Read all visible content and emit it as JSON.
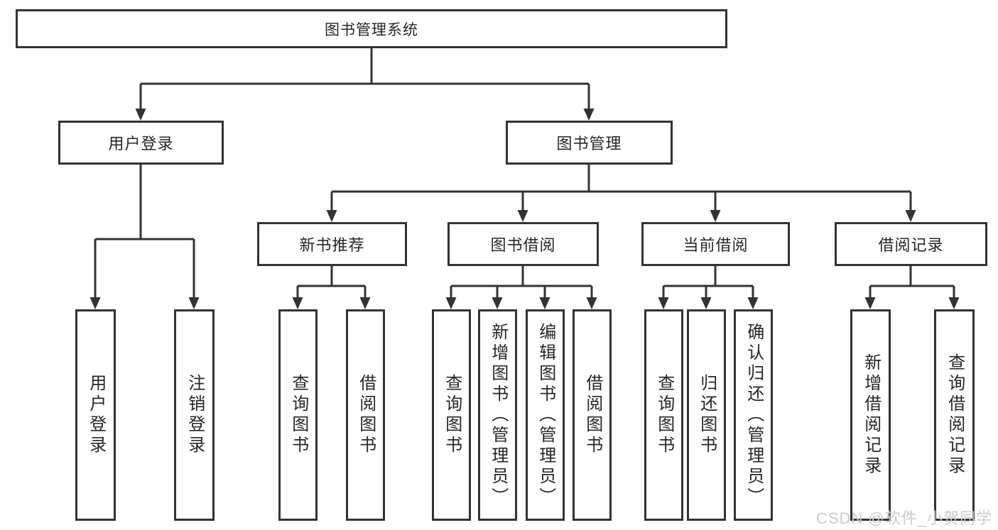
{
  "tree": {
    "label": "图书管理系统",
    "children": [
      {
        "label": "用户登录",
        "children": [
          {
            "label": "用户登录"
          },
          {
            "label": "注销登录"
          }
        ]
      },
      {
        "label": "图书管理",
        "children": [
          {
            "label": "新书推荐",
            "children": [
              {
                "label": "查询图书"
              },
              {
                "label": "借阅图书"
              }
            ]
          },
          {
            "label": "图书借阅",
            "children": [
              {
                "label": "查询图书"
              },
              {
                "label": "新增图书（管理员）"
              },
              {
                "label": "编辑图书（管理员）"
              },
              {
                "label": "借阅图书"
              }
            ]
          },
          {
            "label": "当前借阅",
            "children": [
              {
                "label": "查询图书"
              },
              {
                "label": "归还图书"
              },
              {
                "label": "确认归还（管理员）"
              }
            ]
          },
          {
            "label": "借阅记录",
            "children": [
              {
                "label": "新增借阅记录"
              },
              {
                "label": "查询借阅记录"
              }
            ]
          }
        ]
      }
    ]
  },
  "watermark": {
    "text": "CSDN @软件_小贺同学"
  },
  "colors": {
    "line": "#333333",
    "box_border": "#333333",
    "text": "#262626",
    "watermark": "#cbcbcb",
    "background": "#ffffff"
  }
}
